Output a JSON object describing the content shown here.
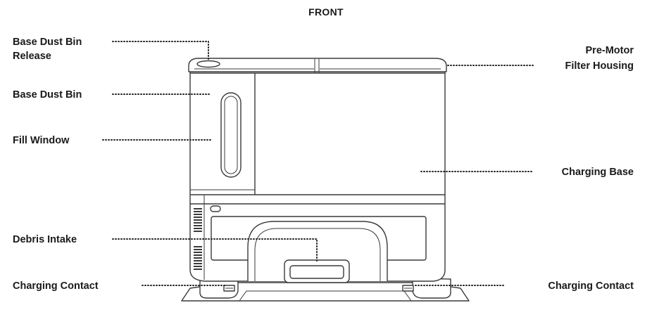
{
  "title": "FRONT",
  "labels": {
    "base_dust_bin_release_1": "Base Dust Bin",
    "base_dust_bin_release_2": "Release",
    "base_dust_bin": "Base Dust Bin",
    "fill_window": "Fill Window",
    "debris_intake": "Debris Intake",
    "charging_contact_left": "Charging Contact",
    "pre_motor_1": "Pre-Motor",
    "pre_motor_2": "Filter Housing",
    "charging_base": "Charging Base",
    "charging_contact_right": "Charging Contact"
  }
}
